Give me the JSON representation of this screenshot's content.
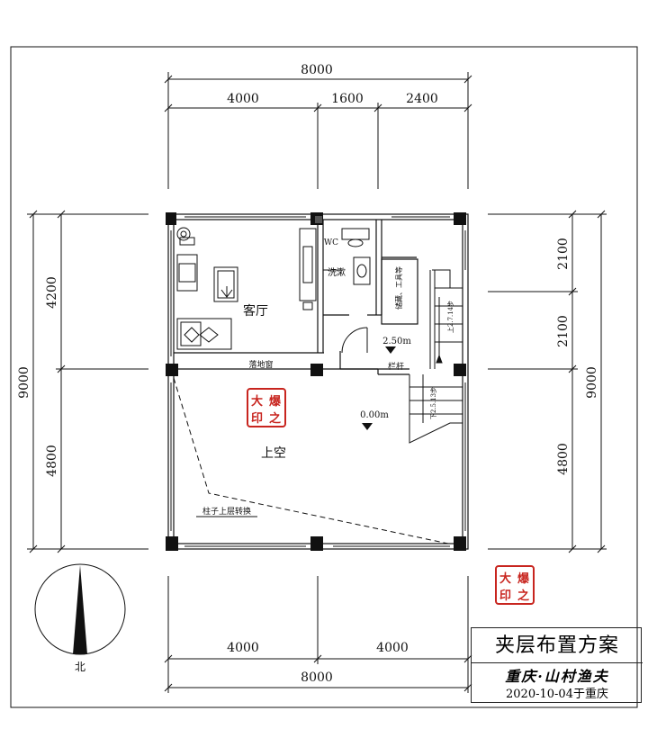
{
  "dims": {
    "top_total": "8000",
    "top_seg1": "4000",
    "top_seg2": "1600",
    "top_seg3": "2400",
    "bottom_seg1": "4000",
    "bottom_seg2": "4000",
    "bottom_total": "8000",
    "left_total": "9000",
    "left_seg1": "4200",
    "left_seg2": "4800",
    "right_seg1": "2100",
    "right_seg2": "2100",
    "right_seg3": "4800",
    "right_total": "9000"
  },
  "rooms": {
    "living": "客厅",
    "wc": "WC",
    "wash": "洗漱",
    "storage": "储藏、工具等",
    "void": "上空",
    "window": "落地窗",
    "railing": "栏杆",
    "column_note": "柱子上层转换",
    "level_upper": "2.50m",
    "level_lower": "0.00m",
    "stair_up": "上2.7.14步",
    "stair_down": "下2.5.13步"
  },
  "compass": {
    "north_label": "北"
  },
  "seal": {
    "chars": [
      "大",
      "印",
      "爆",
      "之"
    ]
  },
  "title_block": {
    "title": "夹层布置方案",
    "signature": "重庆·山村渔夫",
    "date": "2020-10-04于重庆"
  },
  "colors": {
    "line": "#111111",
    "seal_red": "#c8251f"
  }
}
